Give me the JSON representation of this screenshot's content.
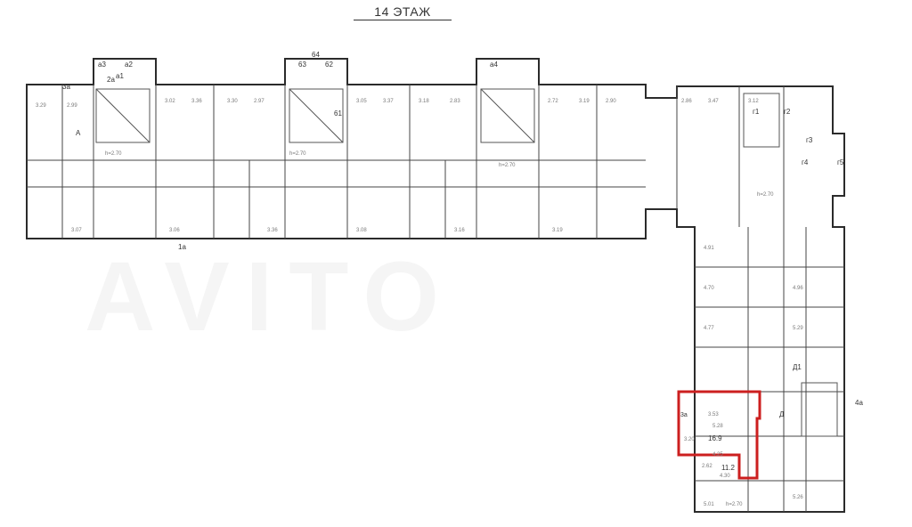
{
  "floor_title": "14 ЭТАЖ",
  "watermark": "AVITO",
  "colors": {
    "wall": "#2b2b2b",
    "highlight": "#cc1f1f",
    "sub": "#7a7a7a"
  },
  "labels": {
    "floor_height_1": "h=2.70",
    "floor_height_2": "h=2.70",
    "floor_height_3": "h=2.70",
    "floor_height_4": "h=2.70",
    "floor_height_5": "h=2.70",
    "room_A": "A",
    "room_D1": "Д1",
    "room_D": "Д",
    "room_6": "б4",
    "room_a1": "а1",
    "room_a2": "а2",
    "room_a3": "а3",
    "room_a4": "а4",
    "room_61": "61",
    "room_62": "62",
    "room_63": "63",
    "room_64": "64",
    "room_g1": "г1",
    "room_g2": "г2",
    "room_g3": "г3",
    "room_g4": "г4",
    "room_g5": "г5",
    "room_2a": "2а",
    "room_3a": "3а",
    "room_1a": "1а",
    "room_4a": "4а",
    "hl_area_1": "16.9",
    "hl_area_2": "11.2",
    "hl_dim_1": "5.28",
    "hl_dim_2": "4.25",
    "hl_dim_3": "3.53",
    "hl_dim_4": "3.20",
    "hl_dim_5": "2.62",
    "hl_dim_6": "4.30",
    "hl_room_3a": "3а"
  }
}
